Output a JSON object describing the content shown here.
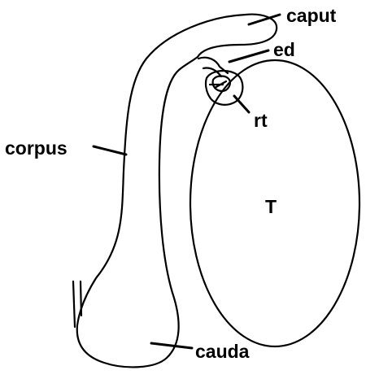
{
  "diagram": {
    "labels": {
      "caput": "caput",
      "ed": "ed",
      "rt": "rt",
      "corpus": "corpus",
      "testis": "T",
      "cauda": "cauda"
    }
  }
}
